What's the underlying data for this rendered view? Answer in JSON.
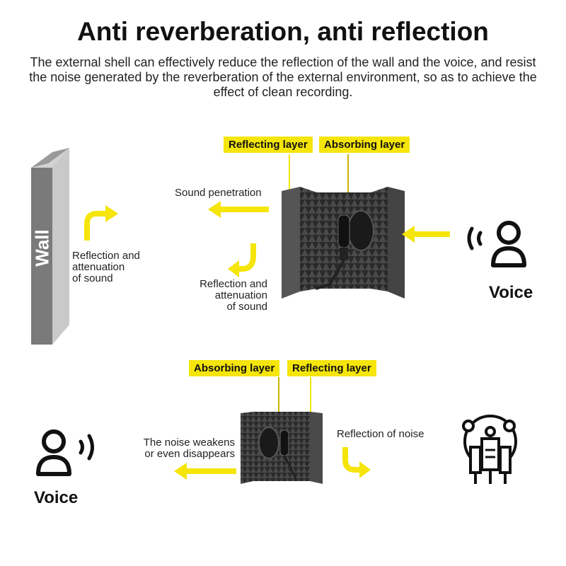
{
  "header": {
    "title": "Anti reverberation, anti reflection",
    "subtitle": "The external shell can effectively reduce the reflection of the wall and the voice, and resist the noise generated by the reverberation of the external environment, so as to achieve the effect of clean recording."
  },
  "top": {
    "wall_label": "Wall",
    "wall_reflection": [
      "Reflection and",
      "attenuation",
      "of sound"
    ],
    "reflecting_layer": "Reflecting layer",
    "absorbing_layer": "Absorbing layer",
    "sound_penetration": "Sound penetration",
    "shell_reflection": [
      "Reflection and",
      "attenuation",
      "of sound"
    ],
    "voice_label": "Voice"
  },
  "bottom": {
    "absorbing_layer": "Absorbing layer",
    "reflecting_layer": "Reflecting layer",
    "noise_weakens": [
      "The noise weakens",
      "or even disappears"
    ],
    "reflection_of_noise": "Reflection of noise",
    "voice_label": "Voice"
  },
  "colors": {
    "accent_yellow": "#f5e50a",
    "arrow_yellow": "#f5e50a",
    "wall_gray": "#7a7a7a",
    "foam_dark": "#2b2b2b"
  }
}
